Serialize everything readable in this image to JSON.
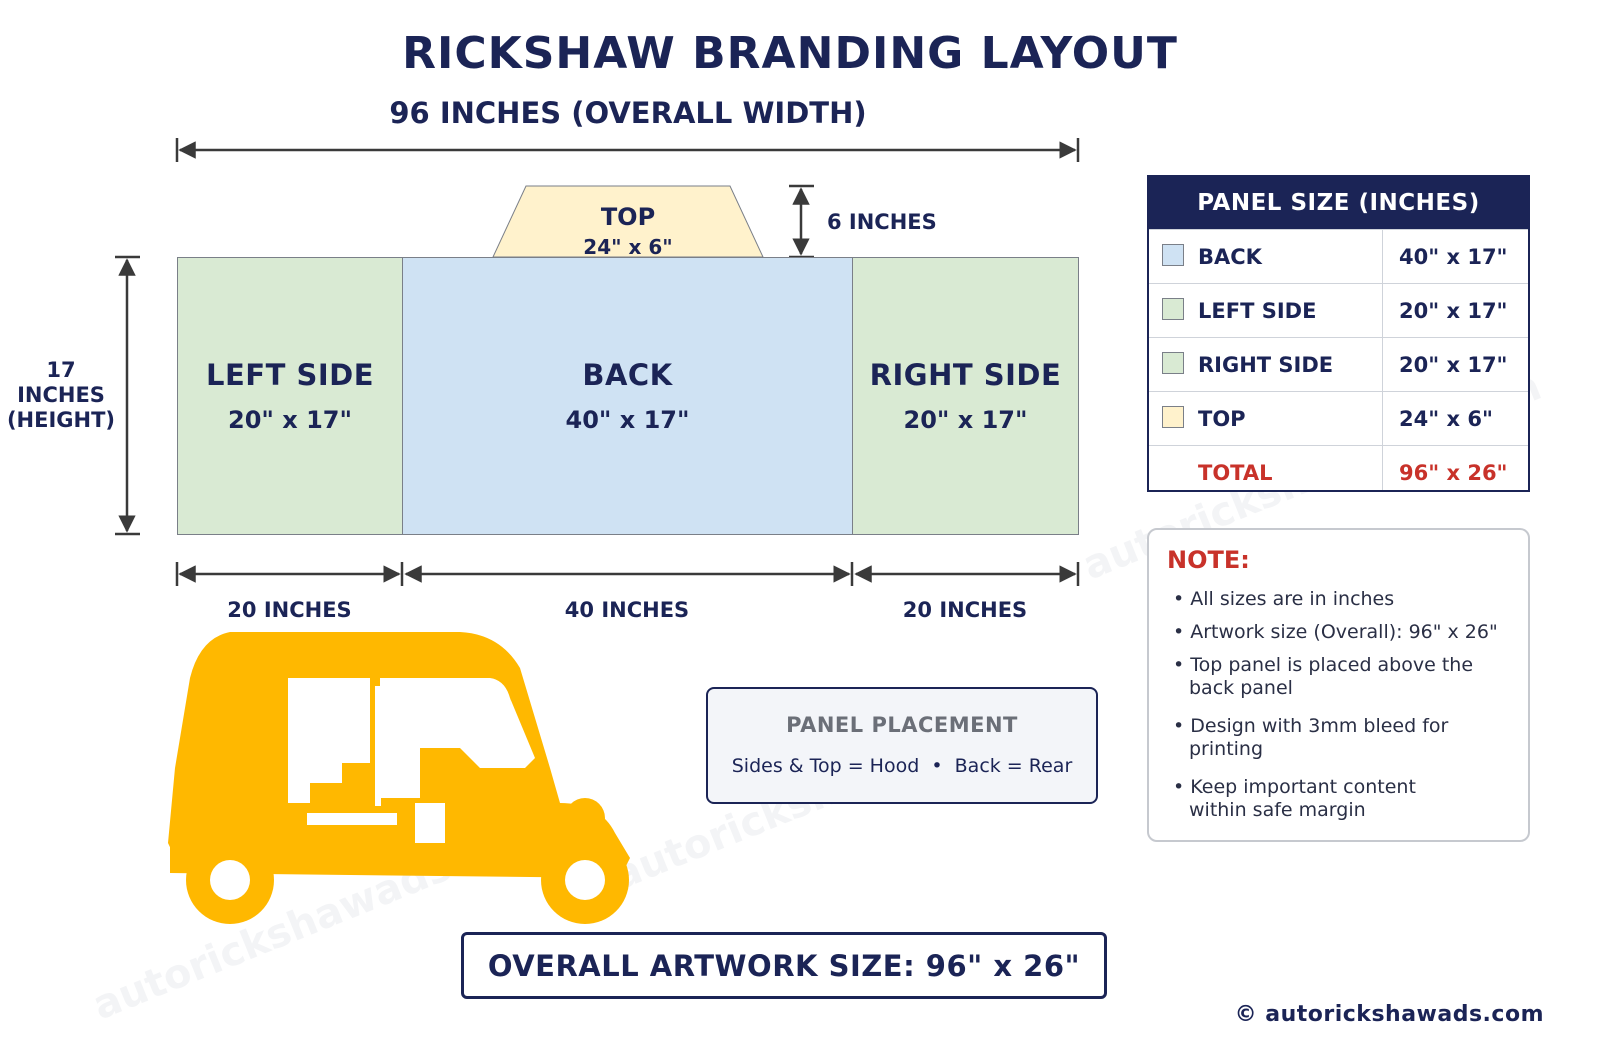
{
  "title": "RICKSHAW BRANDING LAYOUT",
  "overall_width_label": "96 INCHES (OVERALL WIDTH)",
  "height_label": [
    "17",
    "INCHES",
    "(HEIGHT)"
  ],
  "top_height_label": "6 INCHES",
  "panels": {
    "top": {
      "name": "TOP",
      "size": "24\" x 6\""
    },
    "left": {
      "name": "LEFT SIDE",
      "size": "20\" x 17\""
    },
    "back": {
      "name": "BACK",
      "size": "40\" x 17\""
    },
    "right": {
      "name": "RIGHT SIDE",
      "size": "20\" x 17\""
    }
  },
  "bottom_dims": [
    "20 INCHES",
    "40 INCHES",
    "20 INCHES"
  ],
  "legend": {
    "header": "PANEL SIZE (INCHES)",
    "rows": [
      {
        "name": "BACK",
        "size": "40\" x 17\"",
        "color": "#cfe2f3"
      },
      {
        "name": "LEFT SIDE",
        "size": "20\" x 17\"",
        "color": "#d9ead3"
      },
      {
        "name": "RIGHT SIDE",
        "size": "20\" x 17\"",
        "color": "#d9ead3"
      },
      {
        "name": "TOP",
        "size": "24\" x 6\"",
        "color": "#fff2cc"
      }
    ],
    "total": {
      "name": "TOTAL",
      "size": "96\" x 26\""
    }
  },
  "note": {
    "header": "NOTE:",
    "items": [
      "• All sizes are in inches",
      "• Artwork size (Overall): 96\" x 26\"",
      "• Top panel is placed above the back panel",
      "• Design with 3mm bleed for printing",
      "• Keep important content within safe margin"
    ]
  },
  "placement": {
    "header": "PANEL PLACEMENT",
    "body": "Sides & Top = Hood  •  Back = Rear"
  },
  "artwork_size": "OVERALL ARTWORK SIZE: 96\" x 26\"",
  "copyright": "© autorickshawads.com",
  "watermark": "autorickshawads.com",
  "colors": {
    "navy": "#1b2456",
    "back": "#cfe2f3",
    "side": "#d9ead3",
    "top": "#fff2cc",
    "rickshaw": "#ffb800",
    "total_red": "#c8322a"
  },
  "icons": {
    "vehicle": "auto-rickshaw-icon"
  }
}
